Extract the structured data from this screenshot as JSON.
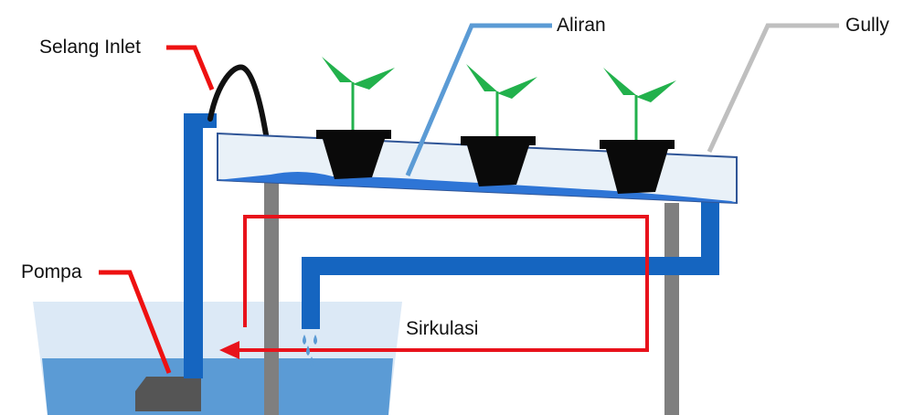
{
  "labels": {
    "selang_inlet": "Selang Inlet",
    "aliran": "Aliran",
    "gully": "Gully",
    "pompa": "Pompa",
    "sirkulasi": "Sirkulasi"
  },
  "colors": {
    "pipe": "#1565C0",
    "leader_red": "#EE1111",
    "leader_blue": "#5B9BD5",
    "leader_gray": "#BFBFBF",
    "circulation": "#E8121B",
    "support": "#7F7F7F",
    "tank_outer": "#DCE9F6",
    "water": "#5B9BD5",
    "pump": "#555555",
    "pot": "#0A0A0A",
    "leaf": "#22B14C",
    "hose": "#111111",
    "gully_fill": "#E9F1F8",
    "gully_stroke": "#2F5597"
  },
  "plants": [
    {
      "name": "plant-1"
    },
    {
      "name": "plant-2"
    },
    {
      "name": "plant-3"
    }
  ]
}
